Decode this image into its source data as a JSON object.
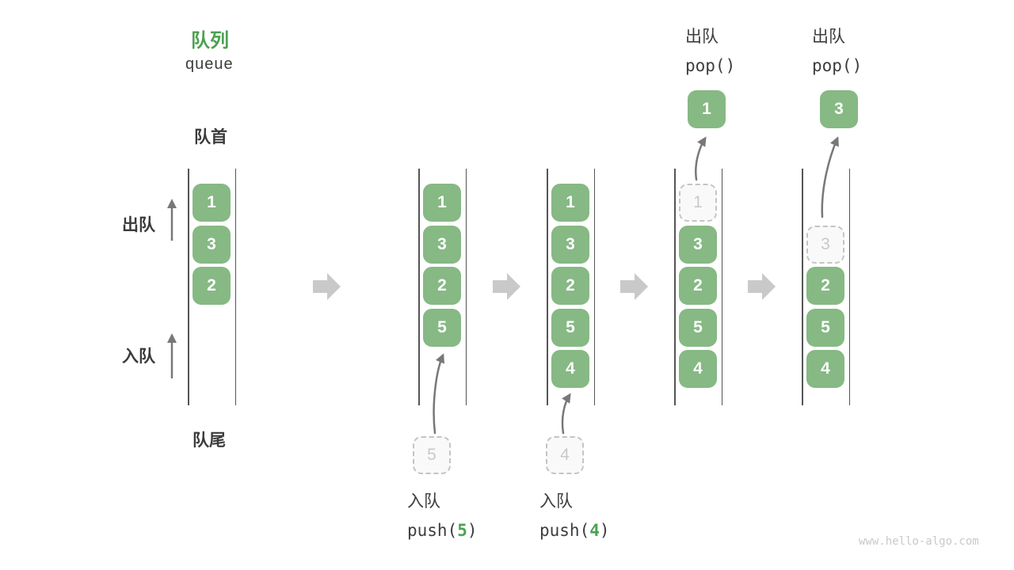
{
  "title": {
    "zh": "队列",
    "en": "queue"
  },
  "side_labels": {
    "front": "队首",
    "rear": "队尾",
    "dequeue": "出队",
    "enqueue": "入队"
  },
  "states": [
    {
      "boxes": [
        {
          "slot": 0,
          "value": "1",
          "style": "solid"
        },
        {
          "slot": 1,
          "value": "3",
          "style": "solid"
        },
        {
          "slot": 2,
          "value": "2",
          "style": "solid"
        }
      ]
    },
    {
      "boxes": [
        {
          "slot": 0,
          "value": "1",
          "style": "solid"
        },
        {
          "slot": 1,
          "value": "3",
          "style": "solid"
        },
        {
          "slot": 2,
          "value": "2",
          "style": "solid"
        },
        {
          "slot": 3,
          "value": "5",
          "style": "solid"
        }
      ]
    },
    {
      "boxes": [
        {
          "slot": 0,
          "value": "1",
          "style": "solid"
        },
        {
          "slot": 1,
          "value": "3",
          "style": "solid"
        },
        {
          "slot": 2,
          "value": "2",
          "style": "solid"
        },
        {
          "slot": 3,
          "value": "5",
          "style": "solid"
        },
        {
          "slot": 4,
          "value": "4",
          "style": "solid"
        }
      ]
    },
    {
      "boxes": [
        {
          "slot": 0,
          "value": "1",
          "style": "dashed"
        },
        {
          "slot": 1,
          "value": "3",
          "style": "solid"
        },
        {
          "slot": 2,
          "value": "2",
          "style": "solid"
        },
        {
          "slot": 3,
          "value": "5",
          "style": "solid"
        },
        {
          "slot": 4,
          "value": "4",
          "style": "solid"
        }
      ]
    },
    {
      "boxes": [
        {
          "slot": 1,
          "value": "3",
          "style": "dashed"
        },
        {
          "slot": 2,
          "value": "2",
          "style": "solid"
        },
        {
          "slot": 3,
          "value": "5",
          "style": "solid"
        },
        {
          "slot": 4,
          "value": "4",
          "style": "solid"
        }
      ]
    }
  ],
  "annotations": {
    "push": [
      {
        "zh": "入队",
        "code_fn": "push(",
        "code_arg": "5",
        "code_close": ")",
        "value": "5"
      },
      {
        "zh": "入队",
        "code_fn": "push(",
        "code_arg": "4",
        "code_close": ")",
        "value": "4"
      }
    ],
    "pop": [
      {
        "zh": "出队",
        "code": "pop()",
        "value": "1"
      },
      {
        "zh": "出队",
        "code": "pop()",
        "value": "3"
      }
    ]
  },
  "watermark": "www.hello-algo.com",
  "colors": {
    "box_green": "#86b984",
    "title_green": "#4ca152",
    "text_dark": "#3b3b3b",
    "column_line": "#555555",
    "arrow_gray": "#787878",
    "transition_arrow_gray": "#c9c9c9",
    "dashed_border": "#c4c4c4",
    "dashed_text": "#c9c9c9",
    "watermark_gray": "#c9c9c9"
  }
}
